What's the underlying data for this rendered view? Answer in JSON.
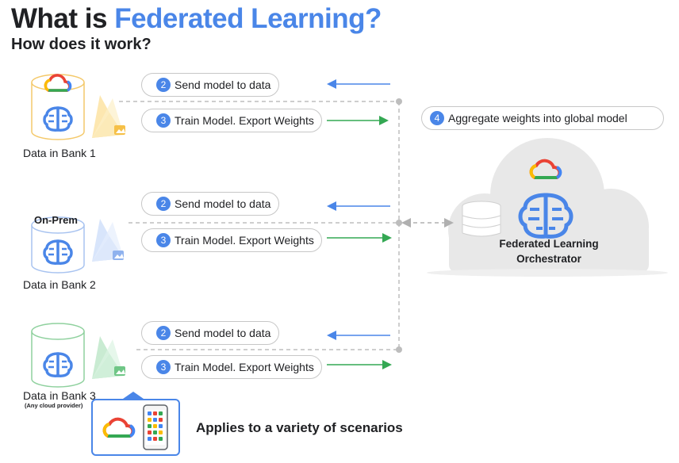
{
  "title": {
    "prefix": "What is ",
    "highlight": "Federated Learning?"
  },
  "subtitle": "How does it work?",
  "rows": [
    {
      "bank_label": "Data in Bank 1",
      "steps": [
        {
          "number": "2",
          "label": "Send model to data"
        },
        {
          "number": "3",
          "label": "Train Model. Export Weights"
        }
      ]
    },
    {
      "bank_label": "Data in Bank 2",
      "bank_tag": "On-Prem",
      "steps": [
        {
          "number": "2",
          "label": "Send model to data"
        },
        {
          "number": "3",
          "label": "Train Model. Export Weights"
        }
      ]
    },
    {
      "bank_label": "Data in Bank 3",
      "bank_sublabel": "(Any cloud provider)",
      "steps": [
        {
          "number": "2",
          "label": "Send model to data"
        },
        {
          "number": "3",
          "label": "Train Model. Export Weights"
        }
      ]
    }
  ],
  "aggregate": {
    "number": "4",
    "label": "Aggregate weights into global model"
  },
  "orchestrator": {
    "line1": "Federated Learning",
    "line2": "Orchestrator"
  },
  "scenarios_label": "Applies to a variety of scenarios",
  "colors": {
    "accent_blue": "#4a86e8",
    "arrow_blue": "#4a86e8",
    "arrow_green": "#34a853",
    "bank1_outline": "#f4c96b",
    "bank2_outline": "#a8c3f0",
    "bank3_outline": "#8fd19e",
    "cloud_fill": "#e8e8e8"
  },
  "icons": [
    "google-cloud-icon",
    "brain-icon",
    "firebase-icon",
    "database-icon",
    "smartphone-icon"
  ]
}
